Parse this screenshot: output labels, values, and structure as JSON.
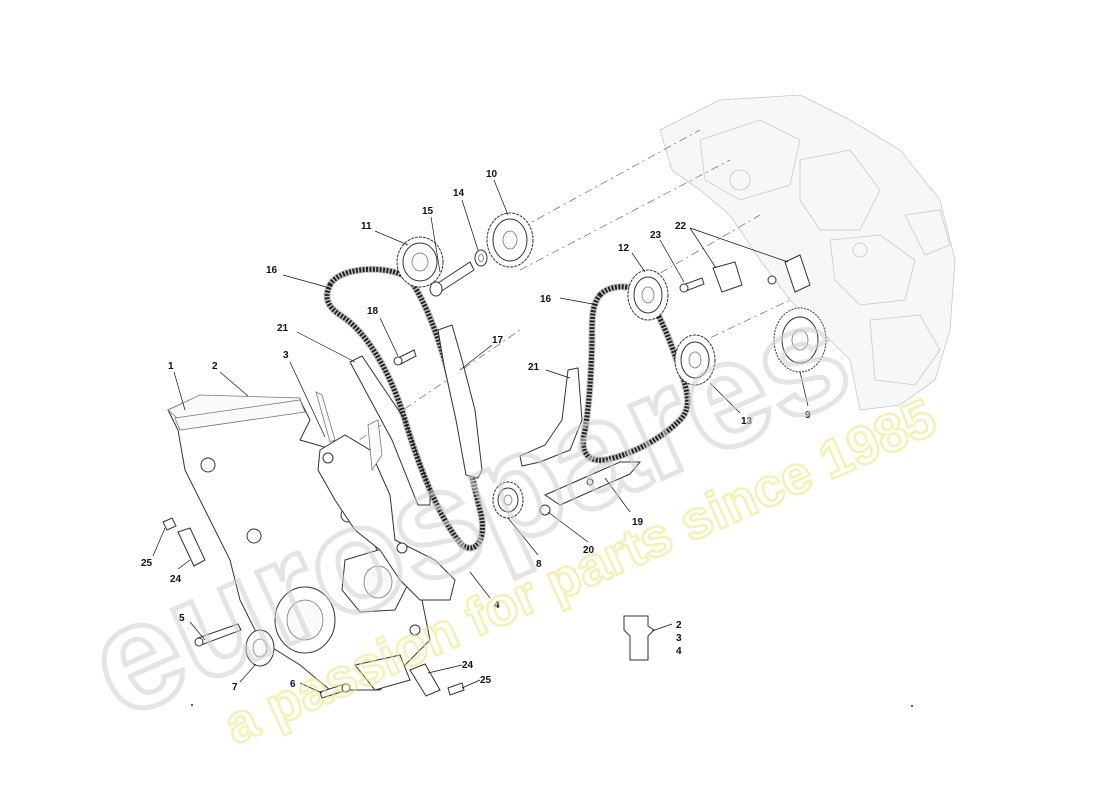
{
  "watermark": {
    "brand": "eurospares",
    "tagline": "a passion for parts since 1985"
  },
  "callouts": [
    {
      "id": "c1",
      "label": "1"
    },
    {
      "id": "c2",
      "label": "2"
    },
    {
      "id": "c3",
      "label": "3"
    },
    {
      "id": "c4",
      "label": "4"
    },
    {
      "id": "c5",
      "label": "5"
    },
    {
      "id": "c6",
      "label": "6"
    },
    {
      "id": "c7",
      "label": "7"
    },
    {
      "id": "c8",
      "label": "8"
    },
    {
      "id": "c9",
      "label": "9"
    },
    {
      "id": "c10",
      "label": "10"
    },
    {
      "id": "c11",
      "label": "11"
    },
    {
      "id": "c12",
      "label": "12"
    },
    {
      "id": "c13",
      "label": "13"
    },
    {
      "id": "c14",
      "label": "14"
    },
    {
      "id": "c15",
      "label": "15"
    },
    {
      "id": "c16a",
      "label": "16"
    },
    {
      "id": "c16b",
      "label": "16"
    },
    {
      "id": "c17",
      "label": "17"
    },
    {
      "id": "c18",
      "label": "18"
    },
    {
      "id": "c19",
      "label": "19"
    },
    {
      "id": "c20",
      "label": "20"
    },
    {
      "id": "c21a",
      "label": "21"
    },
    {
      "id": "c21b",
      "label": "21"
    },
    {
      "id": "c22",
      "label": "22"
    },
    {
      "id": "c23",
      "label": "23"
    },
    {
      "id": "c24a",
      "label": "24"
    },
    {
      "id": "c24b",
      "label": "24"
    },
    {
      "id": "c25a",
      "label": "25"
    },
    {
      "id": "c25b",
      "label": "25"
    }
  ],
  "inset_labels": [
    "2",
    "3",
    "4"
  ],
  "colors": {
    "watermark_grey": "#d6d6d6",
    "watermark_yellow": "#f2ef8a",
    "line": "#111111"
  }
}
